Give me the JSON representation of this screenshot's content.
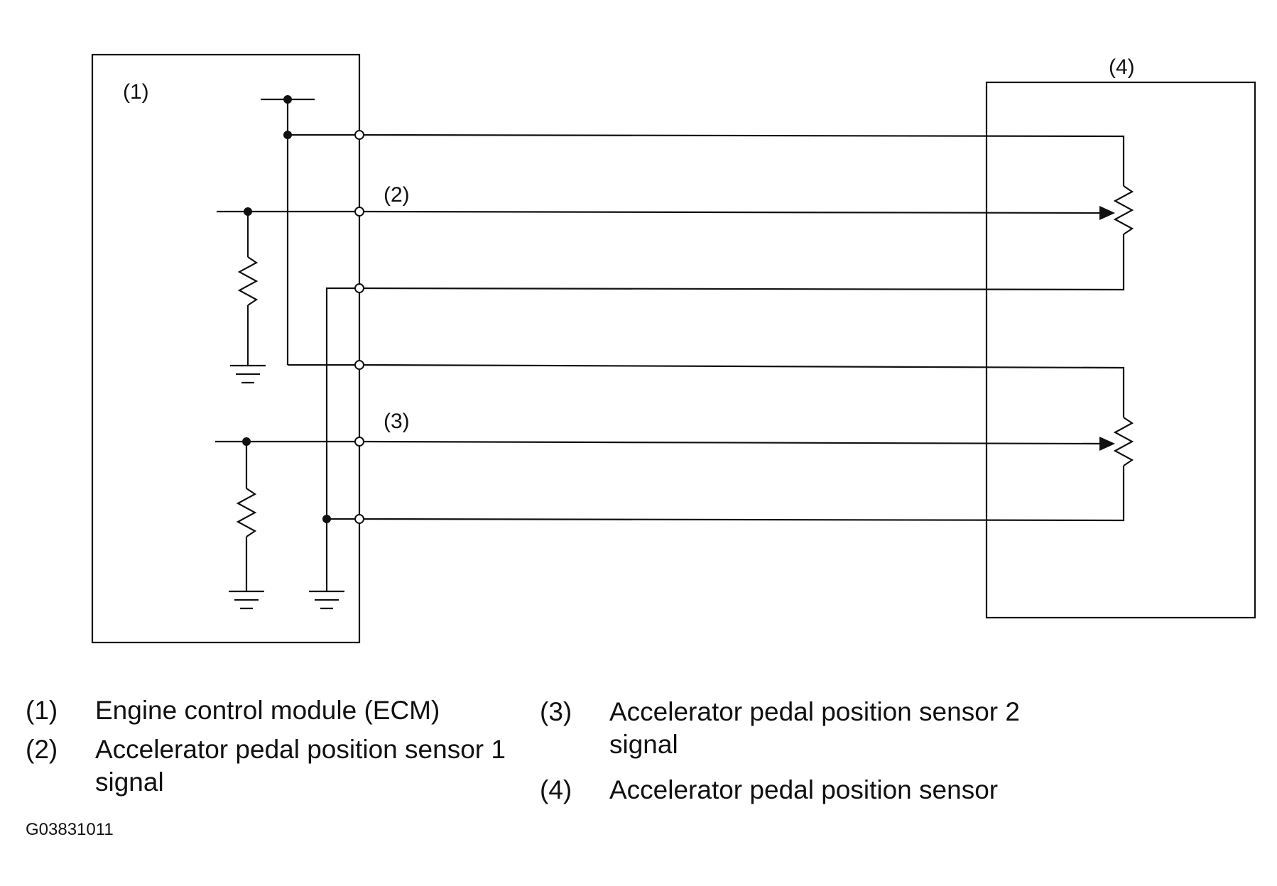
{
  "diagram": {
    "labels": {
      "ecm": "(1)",
      "signal1": "(2)",
      "signal2": "(3)",
      "sensor": "(4)"
    }
  },
  "legend": [
    {
      "num": "(1)",
      "text": "Engine control module (ECM)"
    },
    {
      "num": "(2)",
      "text": "Accelerator pedal position sensor 1 signal"
    },
    {
      "num": "(3)",
      "text": "Accelerator pedal position sensor 2 signal"
    },
    {
      "num": "(4)",
      "text": "Accelerator pedal position sensor"
    }
  ],
  "figure_id": "G03831011"
}
